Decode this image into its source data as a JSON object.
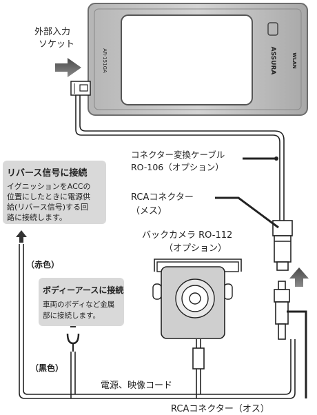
{
  "device": {
    "model_text": "AR-151GA",
    "brand_text": "ASSURA",
    "wlan_text": "WLAN"
  },
  "labels": {
    "external_socket_line1": "外部入力",
    "external_socket_line2": "ソケット",
    "converter_cable_line1": "コネクター変換ケーブル",
    "converter_cable_line2": "RO-106（オプション）",
    "rca_female_line1": "RCAコネクター",
    "rca_female_line2": "（メス）",
    "back_camera_line1": "バックカメラ RO-112",
    "back_camera_line2": "（オプション）",
    "red_wire": "（赤色）",
    "black_wire": "（黒色）",
    "power_video_cord": "電源、映像コード",
    "rca_male": "RCAコネクター（オス）"
  },
  "callouts": {
    "reverse_signal": {
      "title": "リバース信号に接続",
      "lines": [
        "イグニッションをACCの",
        "位置にしたときに電源供",
        "給(リバース信号)する回",
        "路に接続します。"
      ]
    },
    "body_ground": {
      "title": "ボディーアースに接続",
      "lines": [
        "車両のボディなど金属",
        "部に接続します。"
      ]
    }
  },
  "colors": {
    "callout_bg": "#d9d9d9",
    "device_frame": "#9a9a9a",
    "device_screen": "#ffffff",
    "line": "#222222",
    "arrow": "#555555"
  }
}
